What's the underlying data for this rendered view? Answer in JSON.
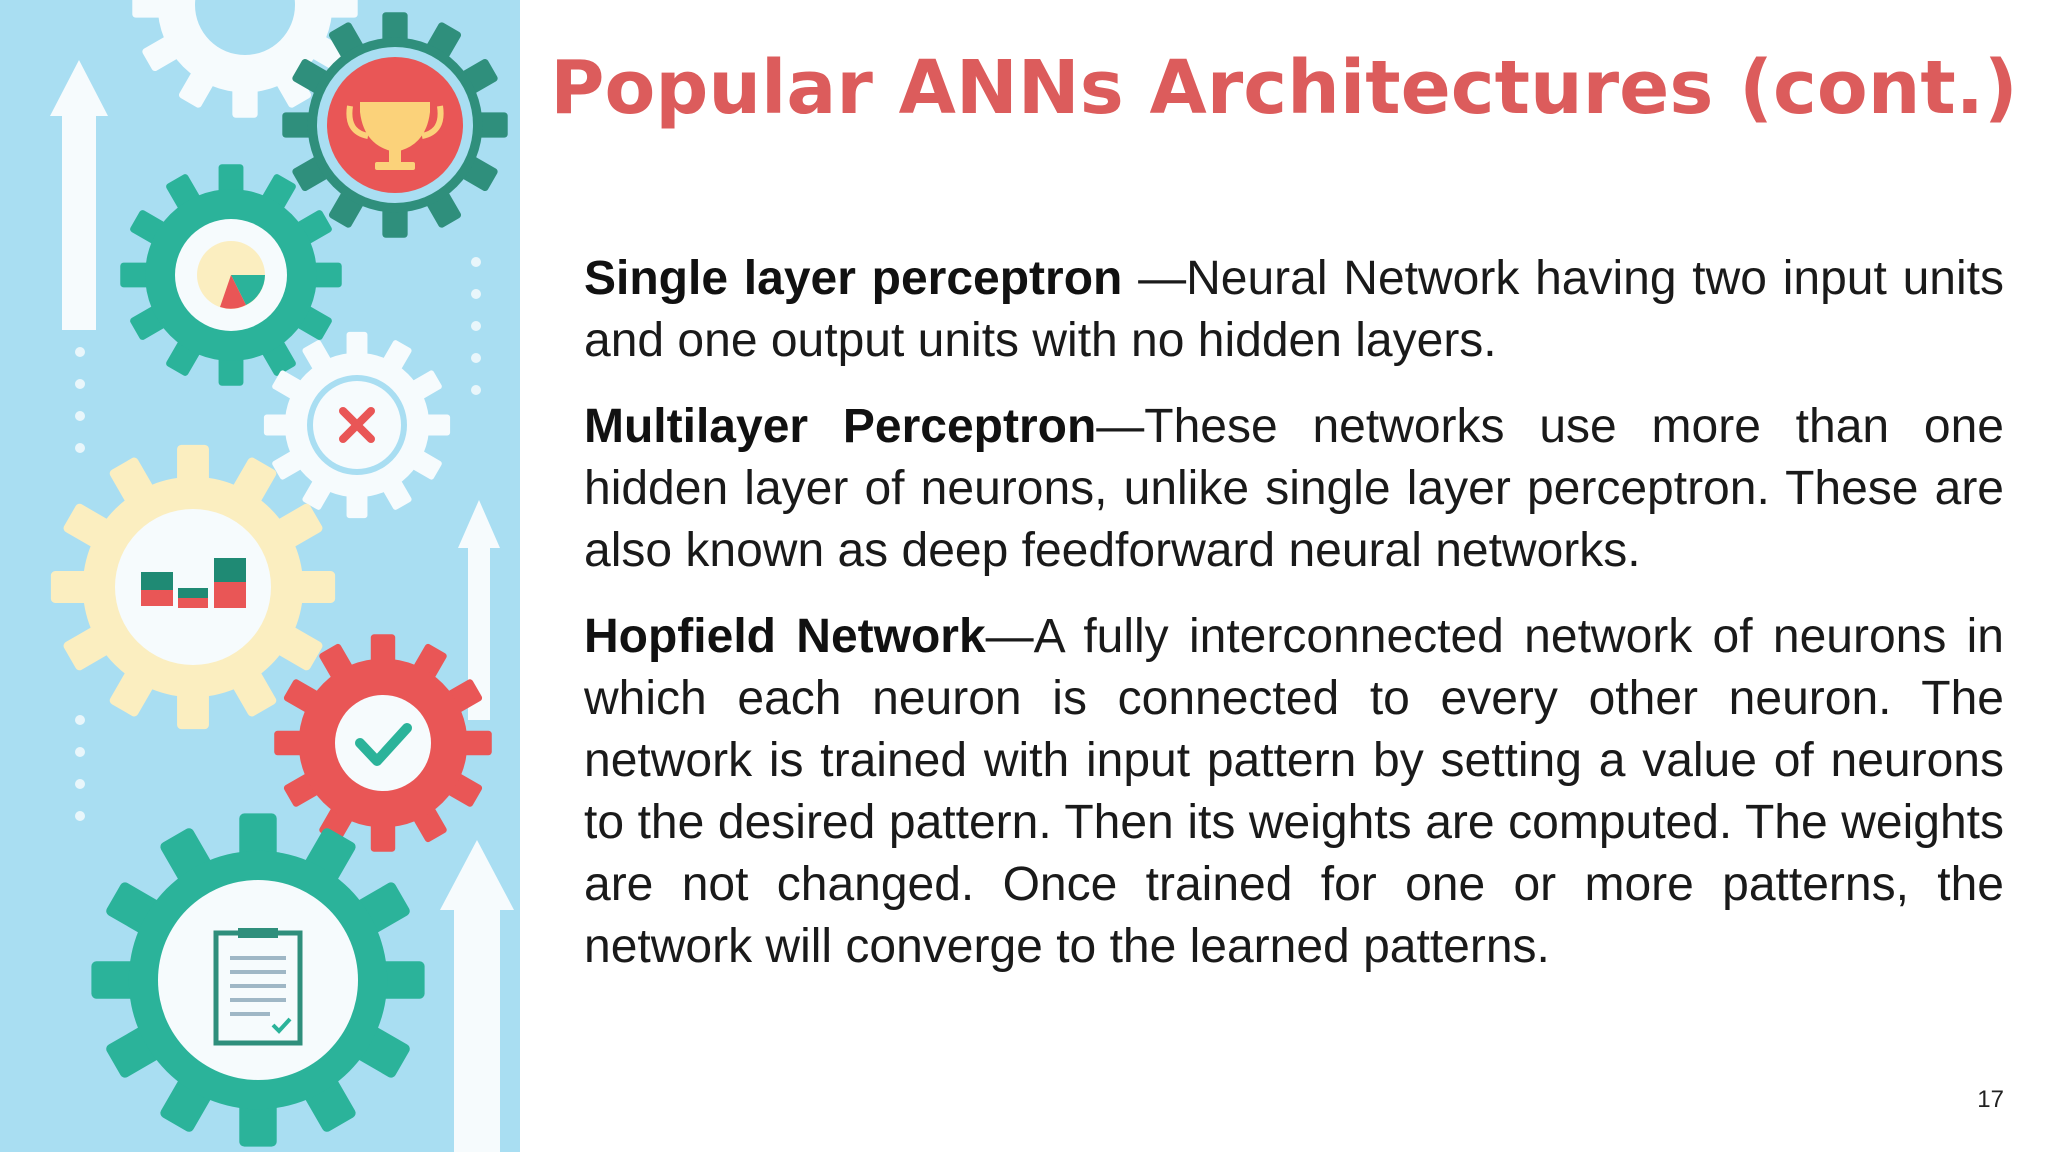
{
  "slide": {
    "title": "Popular ANNs Architectures (cont.)",
    "page_number": "17"
  },
  "paragraphs": [
    {
      "term": "Single layer perceptron",
      "separator": " —",
      "text": "Neural Network having two input units and one output units with no hidden layers."
    },
    {
      "term": "Multilayer Perceptron",
      "separator": "—",
      "text": "These networks use more than one hidden layer of neurons, unlike single layer perceptron. These are also known as deep feedforward neural networks."
    },
    {
      "term": "Hopfield Network",
      "separator": "—",
      "text": "A fully interconnected network of neurons in which each neuron is connected to every other neuron. The network is trained with input pattern by setting a value of neurons to the desired pattern. Then its weights are computed. The weights are not changed. Once trained for one or more patterns, the network will converge to the learned patterns."
    }
  ],
  "decoration": {
    "icons": [
      "trophy-icon",
      "pie-chart-icon",
      "close-icon",
      "bar-chart-icon",
      "checkmark-icon",
      "clipboard-icon",
      "up-arrow-icon"
    ],
    "colors": {
      "panel_bg": "#a9def2",
      "teal": "#2bb39a",
      "red": "#e95656",
      "yellow": "#fbeec0",
      "title": "#dc5c5c"
    }
  }
}
